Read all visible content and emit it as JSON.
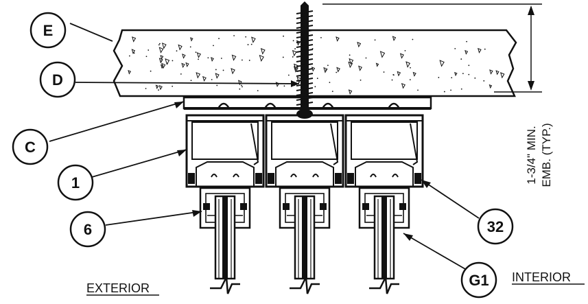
{
  "callouts": {
    "e": "E",
    "d": "D",
    "c": "C",
    "one": "1",
    "six": "6",
    "thirty_two": "32",
    "g1": "G1"
  },
  "labels": {
    "exterior": "EXTERIOR",
    "interior": "INTERIOR",
    "dim_line1": "1-3/4\" MIN.",
    "dim_line2": "EMB. (TYP.)"
  },
  "colors": {
    "ink": "#111111",
    "paper": "#ffffff"
  }
}
